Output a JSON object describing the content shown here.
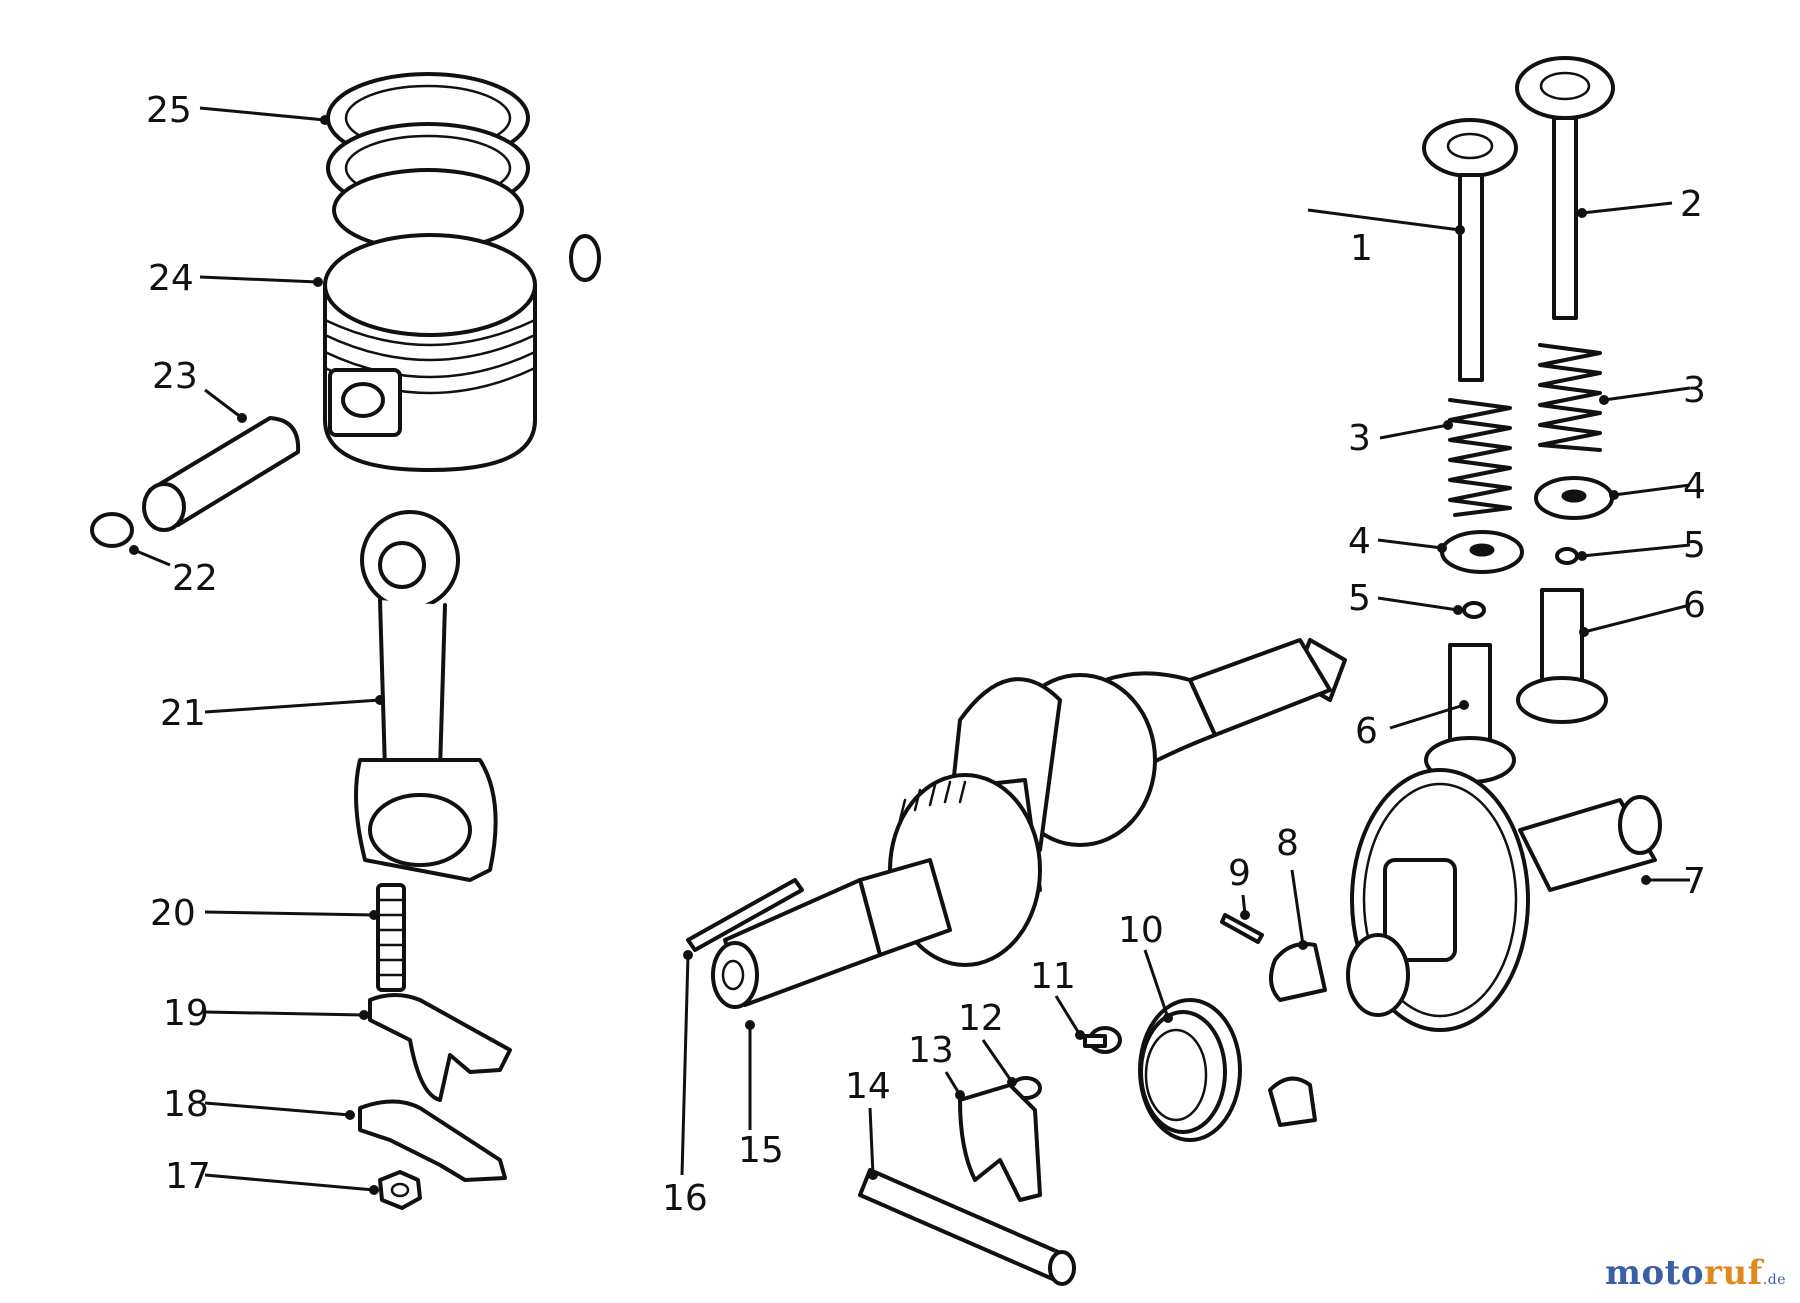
{
  "callouts": [
    {
      "id": "1",
      "text": "1"
    },
    {
      "id": "2",
      "text": "2"
    },
    {
      "id": "3a",
      "text": "3"
    },
    {
      "id": "3b",
      "text": "3"
    },
    {
      "id": "4a",
      "text": "4"
    },
    {
      "id": "4b",
      "text": "4"
    },
    {
      "id": "5a",
      "text": "5"
    },
    {
      "id": "5b",
      "text": "5"
    },
    {
      "id": "6a",
      "text": "6"
    },
    {
      "id": "6b",
      "text": "6"
    },
    {
      "id": "7",
      "text": "7"
    },
    {
      "id": "8",
      "text": "8"
    },
    {
      "id": "9",
      "text": "9"
    },
    {
      "id": "10",
      "text": "10"
    },
    {
      "id": "11",
      "text": "11"
    },
    {
      "id": "12",
      "text": "12"
    },
    {
      "id": "13",
      "text": "13"
    },
    {
      "id": "14",
      "text": "14"
    },
    {
      "id": "15",
      "text": "15"
    },
    {
      "id": "16",
      "text": "16"
    },
    {
      "id": "17",
      "text": "17"
    },
    {
      "id": "18",
      "text": "18"
    },
    {
      "id": "19",
      "text": "19"
    },
    {
      "id": "20",
      "text": "20"
    },
    {
      "id": "21",
      "text": "21"
    },
    {
      "id": "22",
      "text": "22"
    },
    {
      "id": "23",
      "text": "23"
    },
    {
      "id": "24",
      "text": "24"
    },
    {
      "id": "25",
      "text": "25"
    }
  ],
  "watermark": {
    "part1": "moto",
    "part2": "ruf",
    "suffix": ".de"
  }
}
